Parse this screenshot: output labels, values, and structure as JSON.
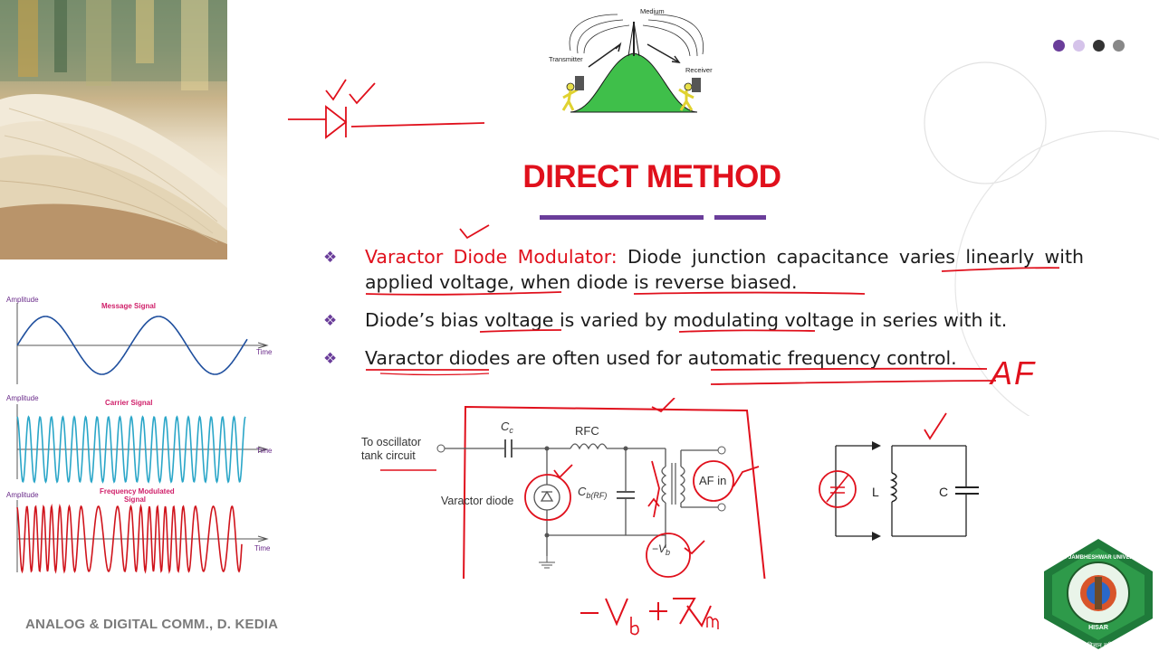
{
  "slide": {
    "title": "DIRECT METHOD",
    "footer": "ANALOG & DIGITAL COMM., D. KEDIA"
  },
  "bullets": [
    {
      "red_prefix": "Varactor Diode Modulator:",
      "text": " Diode junction capacitance varies linearly with applied voltage, when diode is reverse biased."
    },
    {
      "red_prefix": "",
      "text": "Diode’s bias voltage is varied by modulating voltage in series with it."
    },
    {
      "red_prefix": "",
      "text": "Varactor diodes are often used for automatic frequency control."
    }
  ],
  "communication_diagram": {
    "medium": "Medium",
    "transmitter": "Transmitter",
    "receiver": "Receiver"
  },
  "waveforms": [
    {
      "title": "Message Signal",
      "ylabel": "Amplitude",
      "xlabel": "Time",
      "color": "#1f4f9e"
    },
    {
      "title": "Carrier Signal",
      "ylabel": "Amplitude",
      "xlabel": "Time",
      "color": "#2aa6c8"
    },
    {
      "title": "Frequency Modulated",
      "title2": "Signal",
      "ylabel": "Amplitude",
      "xlabel": "Time",
      "color": "#d0141c"
    }
  ],
  "circuit": {
    "input_label_1": "To oscillator",
    "input_label_2": "tank circuit",
    "cc": "C",
    "cc_sub": "c",
    "rfc": "RFC",
    "varactor": "Varactor diode",
    "cbrf": "C",
    "cbrf_sub": "b(RF)",
    "af_in": "AF in",
    "vb": "−V",
    "vb_sub": "b"
  },
  "tank": {
    "l": "L",
    "c": "C"
  },
  "annotations": {
    "af": "AF",
    "formula": "−V_b + V_m"
  },
  "nav_dots": [
    "#6a3d9a",
    "#d5c3ea",
    "#333333",
    "#888888"
  ],
  "logo": {
    "ring_text": "GURU JAMBHESHWAR UNIVERSITY OF SCIENCE & TECHNOLOGY",
    "city": "HISAR",
    "motto": "ज्ञान विज्ञान सहितम्"
  }
}
